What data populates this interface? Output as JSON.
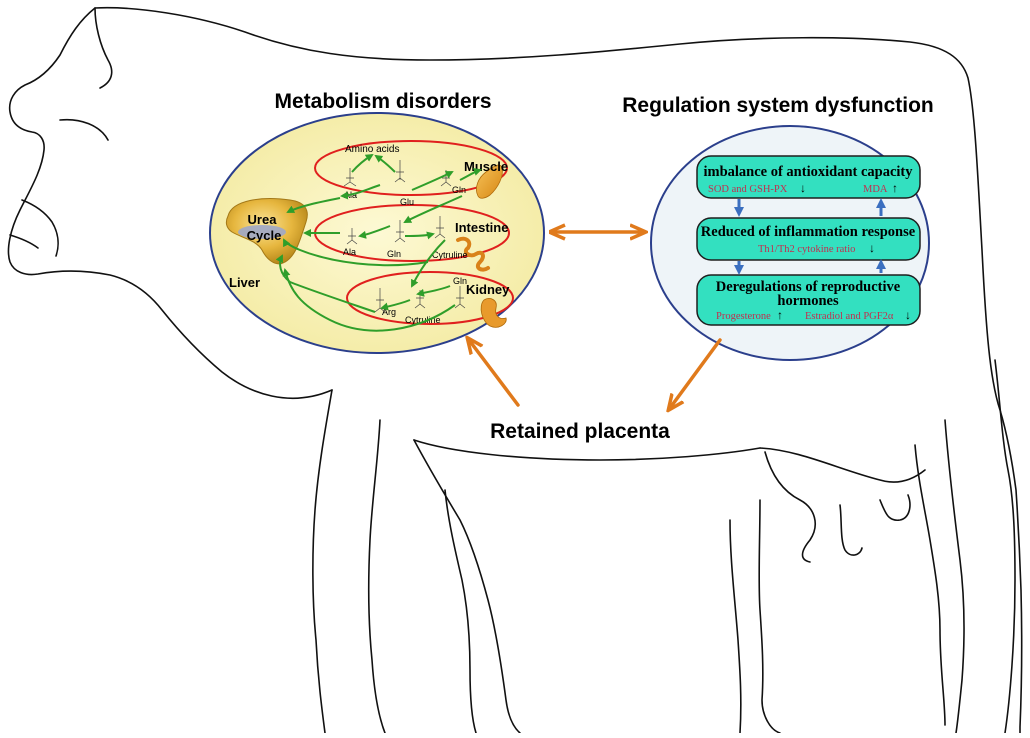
{
  "headings": {
    "metabolism": "Metabolism disorders",
    "regulation": "Regulation system dysfunction",
    "retained": "Retained placenta"
  },
  "metabolism": {
    "amino_acids_label": "Amino acids",
    "organs": {
      "muscle": "Muscle",
      "intestine": "Intestine",
      "kidney": "Kidney",
      "liver": "Liver",
      "urea_line1": "Urea",
      "urea_line2": "Cycle"
    },
    "amino_acids": {
      "ala_1": "Ala",
      "glu": "Glu",
      "gln_1": "Gln",
      "ala_2": "Ala",
      "gln_2": "Gln",
      "cytruline_1": "Cytruline",
      "gln_3": "Gln",
      "arg": "Arg",
      "cytruline_2": "Cytruline"
    }
  },
  "regulation": {
    "box1": {
      "title": "imbalance of antioxidant capacity",
      "left": "SOD and GSH-PX",
      "left_arrow": "↓",
      "right": "MDA",
      "right_arrow": "↑"
    },
    "box2": {
      "title": "Reduced of inflammation response",
      "detail": "Th1/Th2 cytokine ratio",
      "detail_arrow": "↓"
    },
    "box3": {
      "title_line1": "Deregulations of reproductive",
      "title_line2": "hormones",
      "left": "Progesterone",
      "left_arrow": "↑",
      "right": "Estradiol and PGF2α",
      "right_arrow": "↓"
    }
  },
  "colors": {
    "ellipse_fill_left": "#f6f0b0",
    "ellipse_fill_right": "#eef4f8",
    "ellipse_stroke": "#2b3f8c",
    "box_fill": "#33e0c0",
    "red_oval": "#e0201e",
    "green_arrow": "#2f9e2a",
    "orange_arrow": "#e07a1c",
    "blue_arrow": "#3b6fc0",
    "red_text": "#c0304f"
  }
}
